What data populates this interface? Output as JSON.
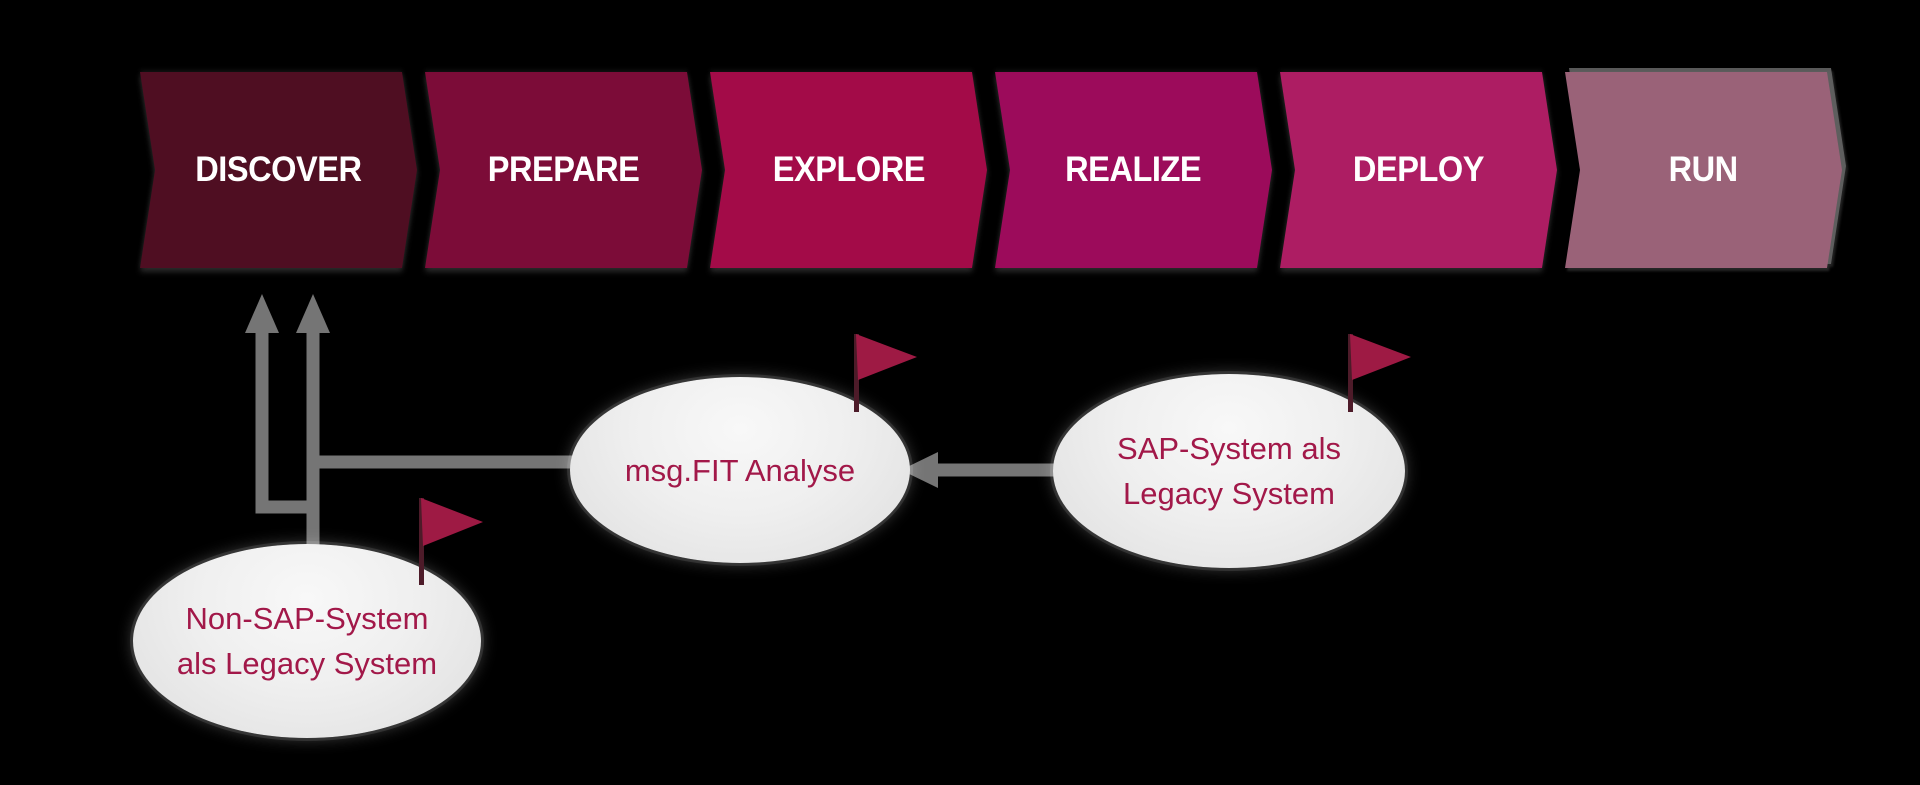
{
  "process": {
    "stages": [
      {
        "label": "DISCOVER"
      },
      {
        "label": "PREPARE"
      },
      {
        "label": "EXPLORE"
      },
      {
        "label": "REALIZE"
      },
      {
        "label": "DEPLOY"
      },
      {
        "label": "RUN"
      }
    ]
  },
  "bubbles": [
    {
      "id": "msgfit",
      "lines": [
        "msg.FIT Analyse"
      ],
      "icon": "flag-icon"
    },
    {
      "id": "sap-legacy",
      "lines": [
        "SAP-System als",
        "Legacy System"
      ],
      "icon": "flag-icon"
    },
    {
      "id": "non-sap-legacy",
      "lines": [
        "Non-SAP-System",
        "als Legacy System"
      ],
      "icon": "flag-icon"
    }
  ],
  "connections": [
    {
      "from": "non-sap-legacy",
      "to": "DISCOVER"
    },
    {
      "from": "msgfit",
      "to": "DISCOVER"
    },
    {
      "from": "sap-legacy",
      "to": "msgfit"
    }
  ],
  "colors": {
    "background": "#000000",
    "stage-discover": "#4f0e22",
    "stage-prepare": "#7c0c38",
    "stage-explore": "#a30b48",
    "stage-realize": "#9c0b5b",
    "stage-deploy": "#ad1d63",
    "stage-run": "#9a6278",
    "stage-text": "#ffffff",
    "flag": "#9e1a44",
    "flag-pole": "#4d1b29",
    "connector": "#757575",
    "bubble-text": "#a21849"
  }
}
